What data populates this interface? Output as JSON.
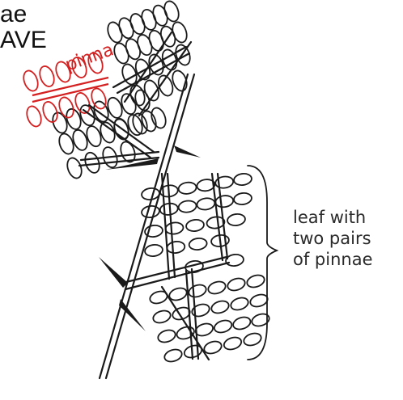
{
  "header": {
    "line1": "ae",
    "line2": "AVE"
  },
  "labels": {
    "pinna": "pinna",
    "annotation": [
      "leaf with",
      "two pairs",
      "of pinnae"
    ]
  },
  "colors": {
    "ink": "#1a1a1a",
    "highlight": "#d42020"
  }
}
